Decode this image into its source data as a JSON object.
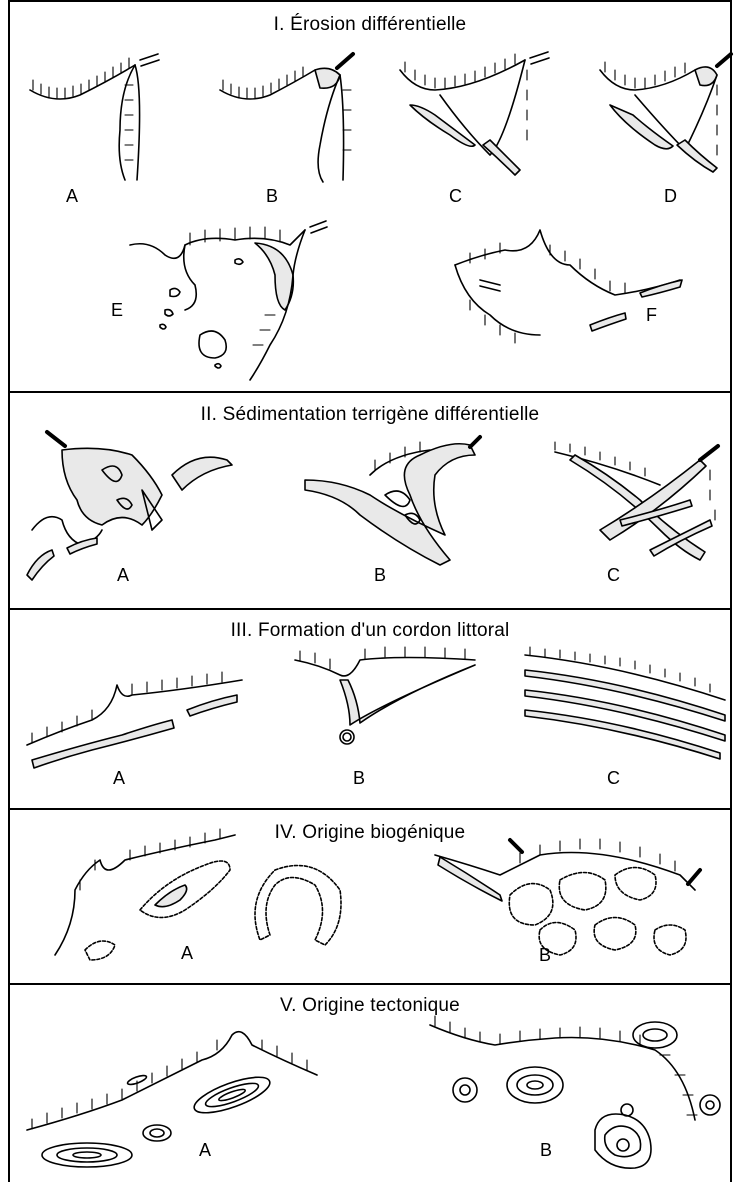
{
  "sections": [
    {
      "title": "I. Érosion différentielle",
      "labels": [
        "A",
        "B",
        "C",
        "D",
        "E",
        "F"
      ]
    },
    {
      "title": "II. Sédimentation terrigène différentielle",
      "labels": [
        "A",
        "B",
        "C"
      ]
    },
    {
      "title": "III. Formation d'un cordon littoral",
      "labels": [
        "A",
        "B",
        "C"
      ]
    },
    {
      "title": "IV. Origine biogénique",
      "labels": [
        "A",
        "B"
      ]
    },
    {
      "title": "V. Origine tectonique",
      "labels": [
        "A",
        "B"
      ]
    }
  ]
}
